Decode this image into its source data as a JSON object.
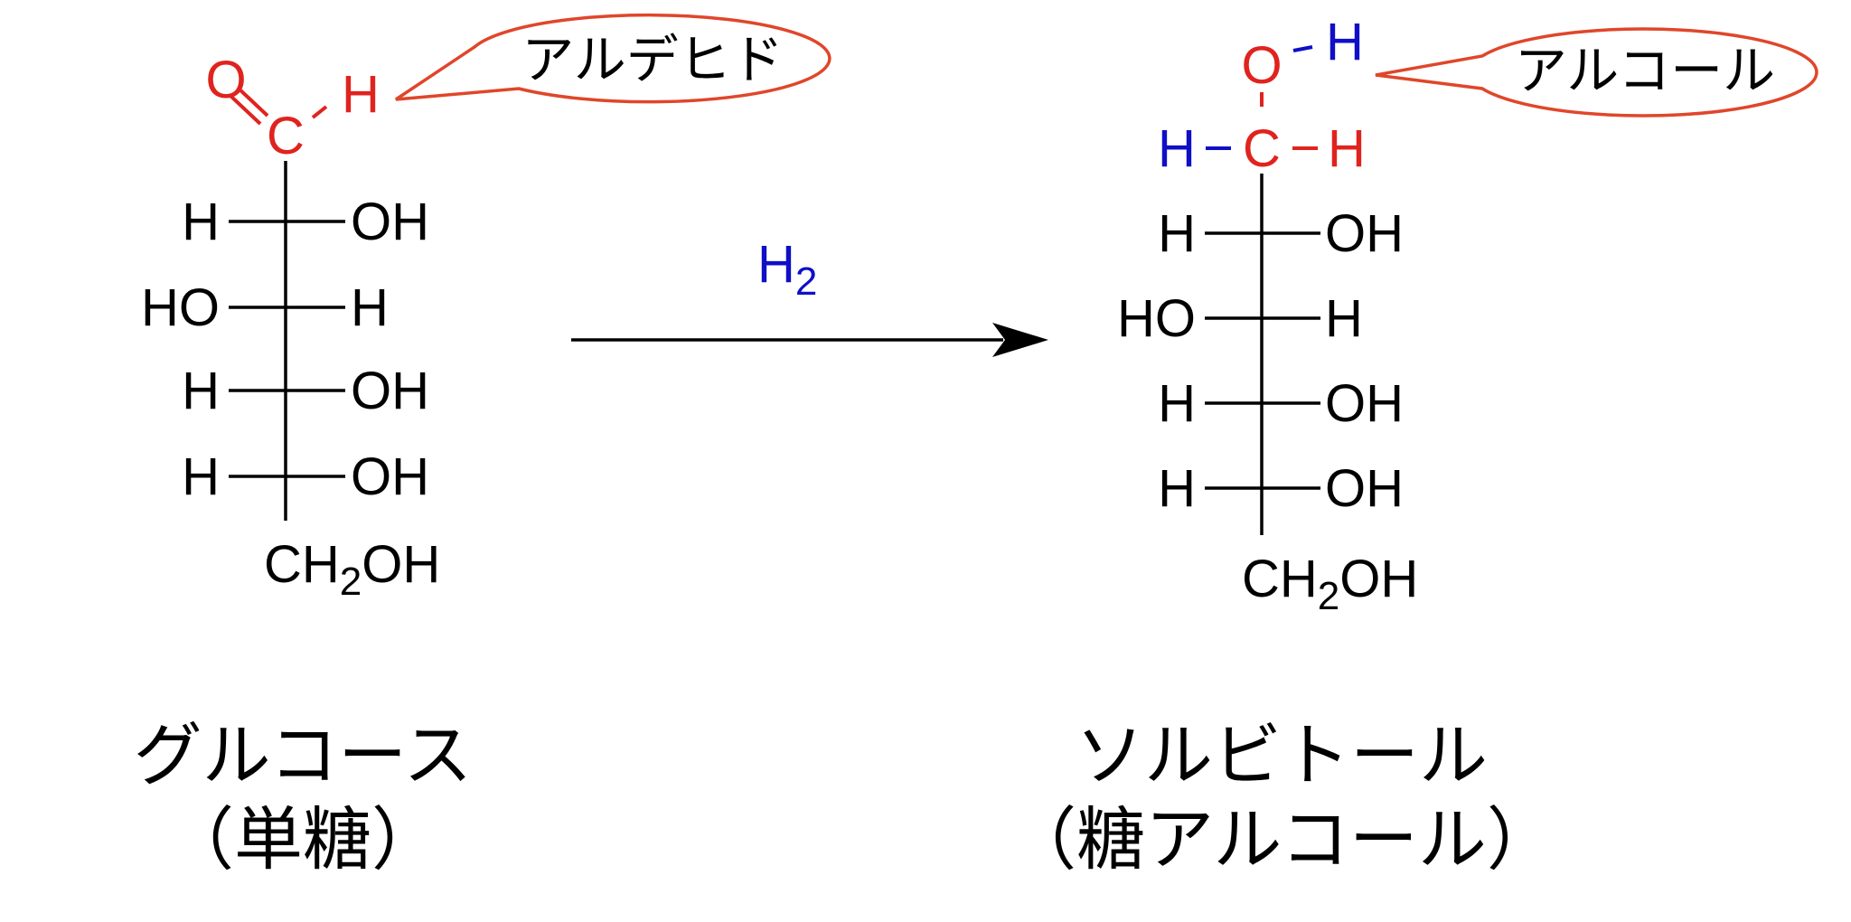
{
  "colors": {
    "black": "#000000",
    "red": "#e0231e",
    "blue": "#0f0fc8",
    "bubble_stroke": "#e0462a"
  },
  "glucose": {
    "aldehyde": {
      "o": "O",
      "c": "C",
      "h": "H",
      "callout": "アルデヒド"
    },
    "rows": [
      {
        "left": "H",
        "right": "OH"
      },
      {
        "left": "HO",
        "right": "H"
      },
      {
        "left": "H",
        "right": "OH"
      },
      {
        "left": "H",
        "right": "OH"
      }
    ],
    "bottom": {
      "ch": "CH",
      "sub": "2",
      "oh": "OH"
    },
    "name": "グルコース",
    "category": "（単糖）"
  },
  "reaction": {
    "reagent_main": "H",
    "reagent_sub": "2"
  },
  "sorbitol": {
    "alcohol": {
      "o": "O",
      "h_top": "H",
      "h_left": "H",
      "c": "C",
      "h_right": "H",
      "callout": "アルコール"
    },
    "rows": [
      {
        "left": "H",
        "right": "OH"
      },
      {
        "left": "HO",
        "right": "H"
      },
      {
        "left": "H",
        "right": "OH"
      },
      {
        "left": "H",
        "right": "OH"
      }
    ],
    "bottom": {
      "ch": "CH",
      "sub": "2",
      "oh": "OH"
    },
    "name": "ソルビトール",
    "category": "（糖アルコール）"
  }
}
